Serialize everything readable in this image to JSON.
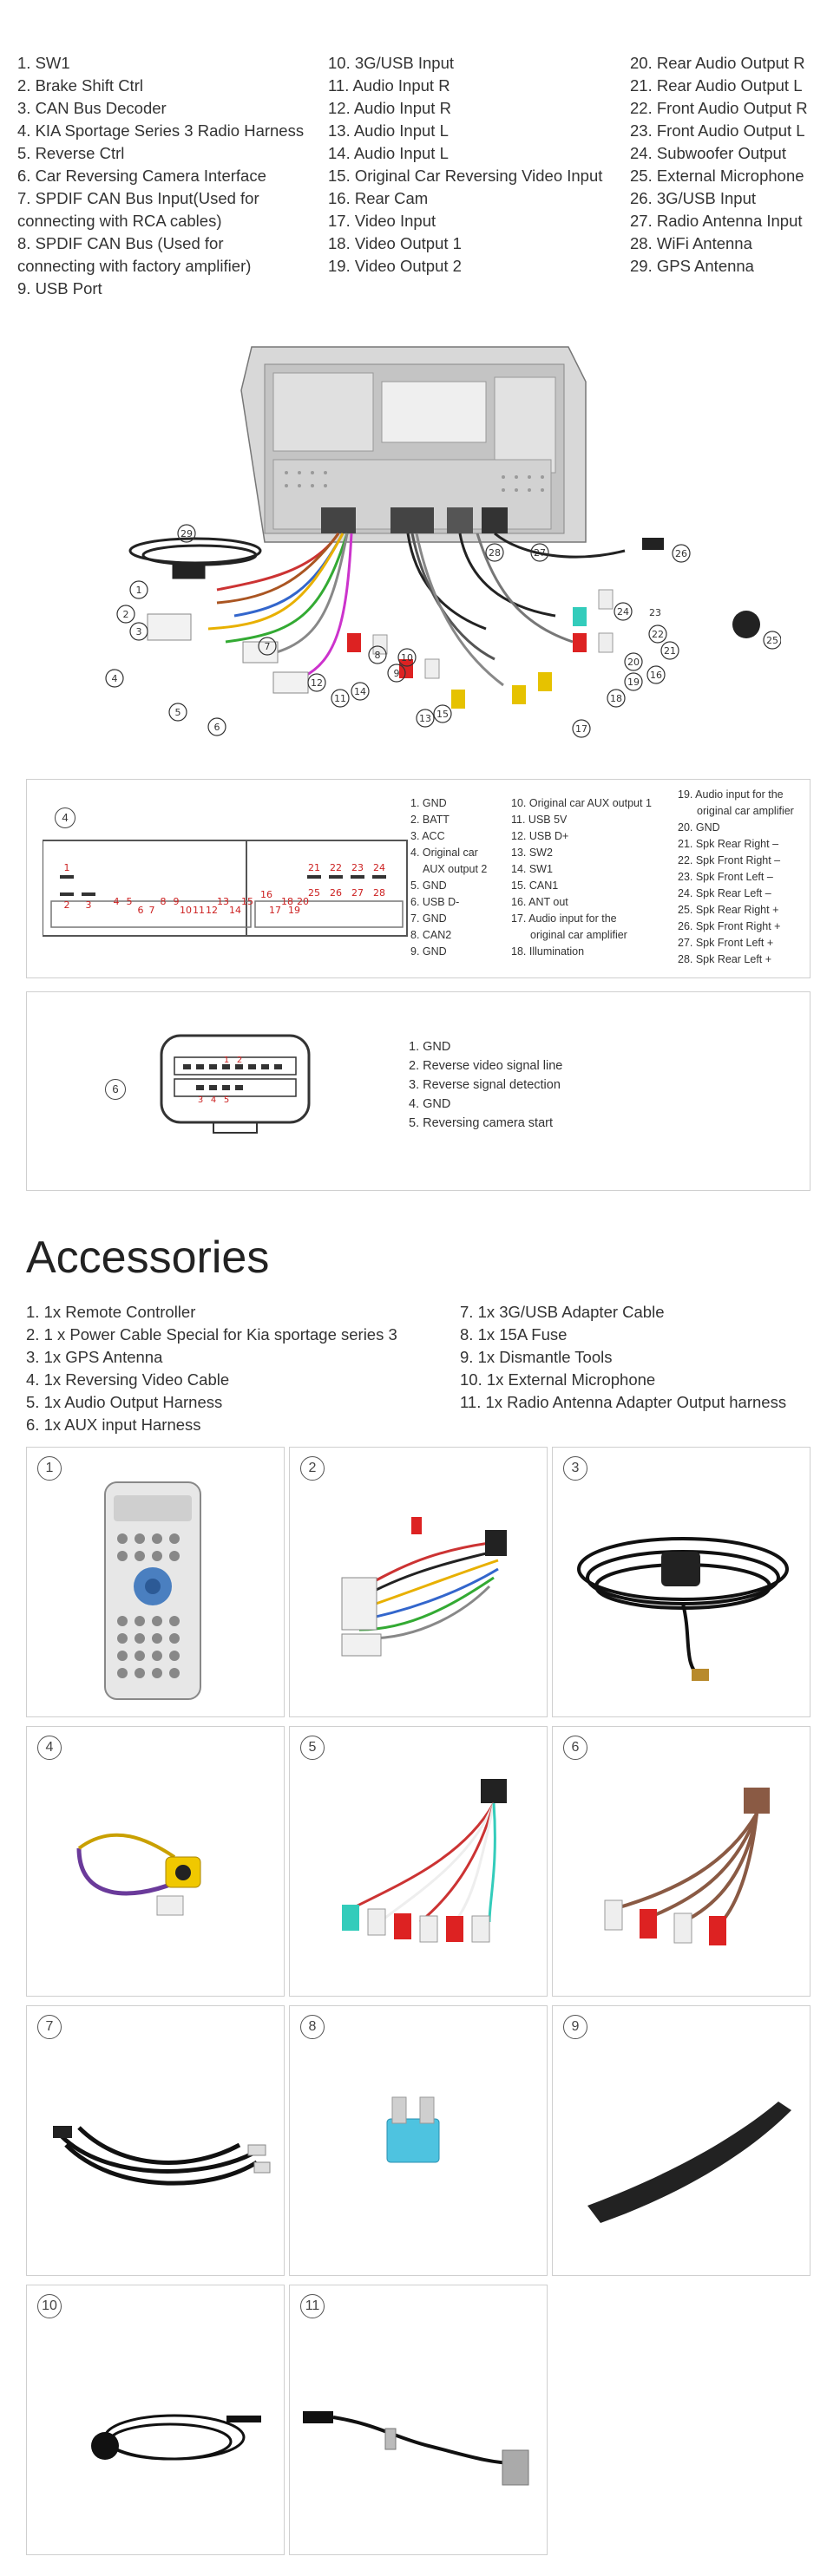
{
  "legend": {
    "col1": [
      "1. SW1",
      "2. Brake Shift Ctrl",
      "3. CAN Bus Decoder",
      "4. KIA Sportage Series 3 Radio Harness",
      "5. Reverse Ctrl",
      "6. Car Reversing Camera Interface",
      "7. SPDIF CAN Bus Input(Used for",
      "connecting with RCA cables)",
      "8. SPDIF CAN Bus (Used for",
      "connecting with factory amplifier)",
      "9. USB Port"
    ],
    "col2": [
      "10. 3G/USB Input",
      "11. Audio Input R",
      "12. Audio Input R",
      "13. Audio Input L",
      "14. Audio Input L",
      "15. Original Car Reversing Video Input",
      "16. Rear Cam",
      "17. Video Input",
      "18. Video Output 1",
      "19. Video Output 2"
    ],
    "col3": [
      "20. Rear Audio Output R",
      "21. Rear Audio Output L",
      "22. Front Audio Output R",
      "23. Front Audio Output L",
      "24. Subwoofer Output",
      "25. External Microphone",
      "26. 3G/USB Input",
      "27. Radio Antenna Input",
      "28. WiFi Antenna",
      "29. GPS Antenna"
    ]
  },
  "wiring_callouts": [
    "1",
    "2",
    "3",
    "4",
    "5",
    "6",
    "7",
    "8",
    "9",
    "10",
    "11",
    "12",
    "13",
    "14",
    "15",
    "16",
    "17",
    "18",
    "19",
    "20",
    "21",
    "22",
    "23",
    "24",
    "25",
    "26",
    "27",
    "28",
    "29"
  ],
  "connector4": {
    "label": "4",
    "pins_top": [
      "1",
      "21",
      "22",
      "23",
      "24"
    ],
    "pins_mid": [
      "2",
      "3",
      "4",
      "5",
      "6",
      "7",
      "8",
      "9",
      "10",
      "11",
      "12",
      "13",
      "14",
      "15",
      "16",
      "17",
      "18",
      "19",
      "20",
      "25",
      "26",
      "27",
      "28"
    ],
    "list1": [
      "1. GND",
      "2. BATT",
      "3. ACC",
      "4. Original car",
      "AUX output 2",
      "5. GND",
      "6. USB D-",
      "7. GND",
      "8. CAN2",
      "9. GND"
    ],
    "list2": [
      "10. Original car AUX output 1",
      "11. USB 5V",
      "12. USB D+",
      "13. SW2",
      "14. SW1",
      "15. CAN1",
      "16. ANT out",
      "17. Audio input for the",
      "original car amplifier",
      "18. Illumination"
    ],
    "list3": [
      "19. Audio input for the",
      "original car amplifier",
      "20. GND",
      "21. Spk Rear Right –",
      "22. Spk Front Right –",
      "23. Spk Front Left –",
      "24. Spk Rear Left –",
      "25. Spk Rear Right +",
      "26. Spk Front Right +",
      "27. Spk Front Left +",
      "28. Spk Rear Left +"
    ]
  },
  "connector6": {
    "label": "6",
    "pins": [
      "1",
      "2",
      "3",
      "4",
      "5"
    ],
    "list": [
      "1. GND",
      "2. Reverse video signal line",
      "3. Reverse signal detection",
      "4. GND",
      "5. Reversing camera start"
    ]
  },
  "accessories": {
    "title": "Accessories",
    "list1": [
      "1. 1x Remote Controller",
      "2. 1 x Power Cable Special for Kia sportage series 3",
      "3. 1x GPS Antenna",
      "4. 1x Reversing Video Cable",
      "5. 1x Audio Output Harness",
      "6. 1x AUX input Harness"
    ],
    "list2": [
      "7. 1x 3G/USB Adapter Cable",
      "8. 1x 15A Fuse",
      "9. 1x Dismantle Tools",
      "10. 1x External Microphone",
      "11. 1x Radio Antenna Adapter Output harness"
    ],
    "cards": [
      "1",
      "2",
      "3",
      "4",
      "5",
      "6",
      "7",
      "8",
      "9",
      "10",
      "11"
    ]
  },
  "colors": {
    "pin_red": "#cc2020",
    "text": "#333333",
    "border": "#cfcfcf"
  }
}
